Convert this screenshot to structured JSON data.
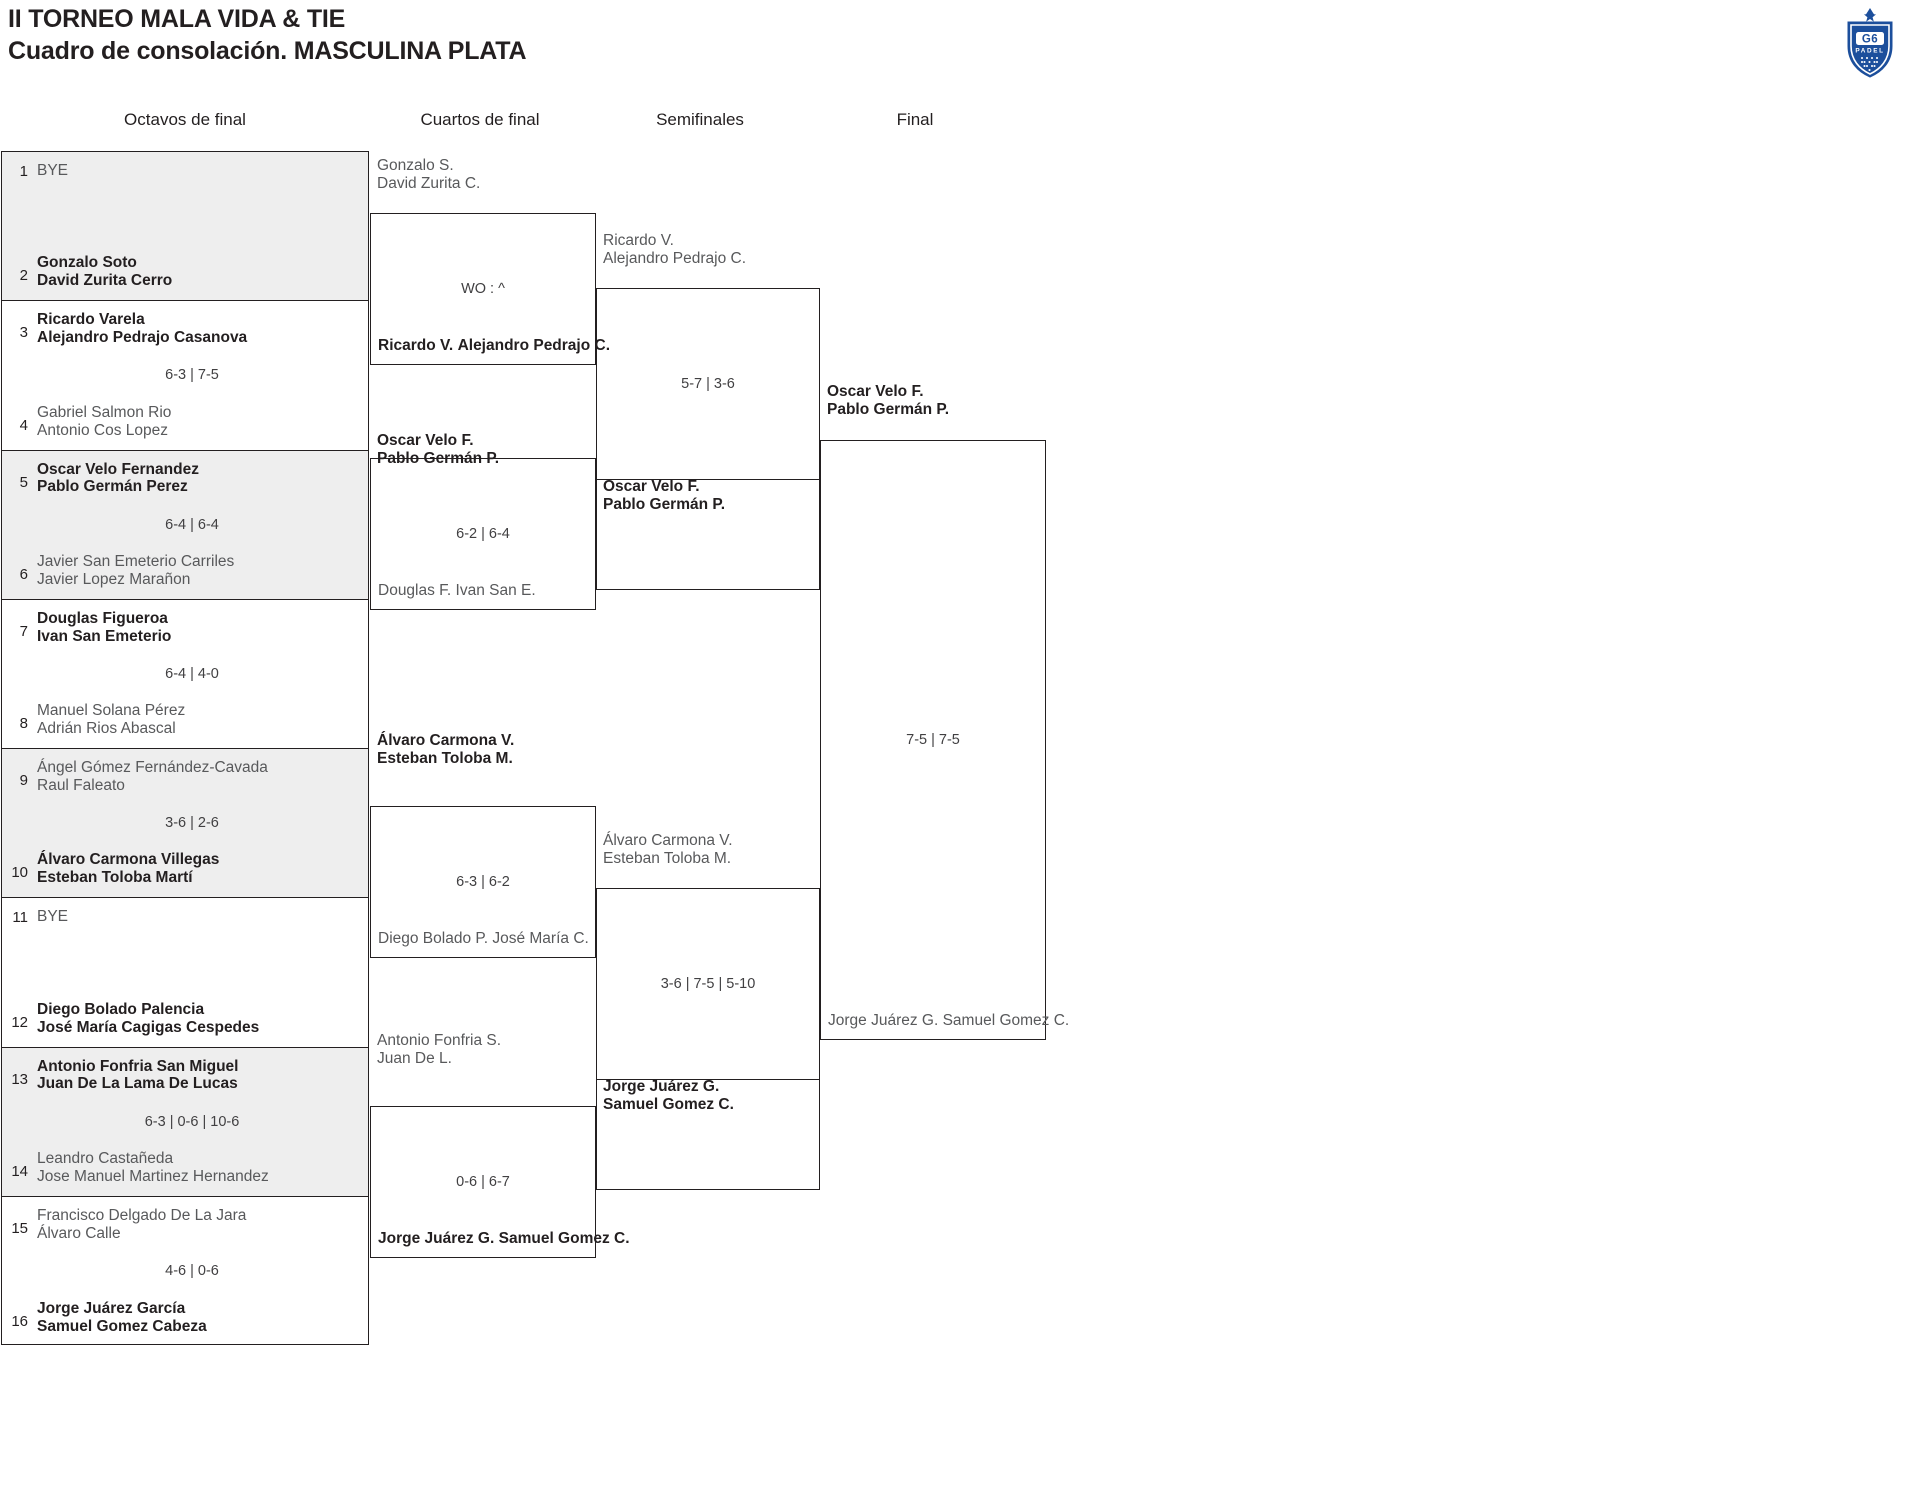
{
  "header": {
    "title_line1": "II TORNEO MALA VIDA & TIE",
    "title_line2": "Cuadro de consolación. MASCULINA PLATA",
    "logo_main": "G6",
    "logo_sub": "PADEL",
    "logo_color": "#1c4f9c"
  },
  "rounds": [
    {
      "label": "Octavos de final"
    },
    {
      "label": "Cuartos de final"
    },
    {
      "label": "Semifinales"
    },
    {
      "label": "Final"
    }
  ],
  "round1": {
    "pairs": [
      {
        "shaded": true,
        "top": {
          "seed": "1",
          "bye": true,
          "bye_label": "BYE",
          "winner": false,
          "players": []
        },
        "bottom": {
          "seed": "2",
          "bye": false,
          "winner": true,
          "players": [
            "Gonzalo Soto",
            "David Zurita Cerro"
          ]
        },
        "score": ""
      },
      {
        "shaded": false,
        "top": {
          "seed": "3",
          "bye": false,
          "winner": true,
          "players": [
            "Ricardo Varela",
            "Alejandro Pedrajo Casanova"
          ]
        },
        "bottom": {
          "seed": "4",
          "bye": false,
          "winner": false,
          "players": [
            "Gabriel Salmon Rio",
            "Antonio Cos Lopez"
          ]
        },
        "score": "6-3 | 7-5"
      },
      {
        "shaded": true,
        "top": {
          "seed": "5",
          "bye": false,
          "winner": true,
          "players": [
            "Oscar Velo Fernandez",
            "Pablo Germán Perez"
          ]
        },
        "bottom": {
          "seed": "6",
          "bye": false,
          "winner": false,
          "players": [
            "Javier San Emeterio Carriles",
            "Javier Lopez Marañon"
          ]
        },
        "score": "6-4 | 6-4"
      },
      {
        "shaded": false,
        "top": {
          "seed": "7",
          "bye": false,
          "winner": true,
          "players": [
            "Douglas Figueroa",
            "Ivan San Emeterio"
          ]
        },
        "bottom": {
          "seed": "8",
          "bye": false,
          "winner": false,
          "players": [
            "Manuel Solana Pérez",
            "Adrián Rios Abascal"
          ]
        },
        "score": "6-4 | 4-0"
      },
      {
        "shaded": true,
        "top": {
          "seed": "9",
          "bye": false,
          "winner": false,
          "players": [
            "Ángel Gómez Fernández-Cavada",
            "Raul Faleato"
          ]
        },
        "bottom": {
          "seed": "10",
          "bye": false,
          "winner": true,
          "players": [
            "Álvaro Carmona Villegas",
            "Esteban Toloba Martí"
          ]
        },
        "score": "3-6 | 2-6"
      },
      {
        "shaded": false,
        "top": {
          "seed": "11",
          "bye": true,
          "bye_label": "BYE",
          "winner": false,
          "players": []
        },
        "bottom": {
          "seed": "12",
          "bye": false,
          "winner": true,
          "players": [
            "Diego Bolado Palencia",
            "José María Cagigas Cespedes"
          ]
        },
        "score": ""
      },
      {
        "shaded": true,
        "top": {
          "seed": "13",
          "bye": false,
          "winner": true,
          "players": [
            "Antonio Fonfria San Miguel",
            "Juan De La Lama De Lucas"
          ]
        },
        "bottom": {
          "seed": "14",
          "bye": false,
          "winner": false,
          "players": [
            "Leandro Castañeda",
            "Jose Manuel Martinez Hernandez"
          ]
        },
        "score": "6-3 | 0-6 | 10-6"
      },
      {
        "shaded": false,
        "top": {
          "seed": "15",
          "bye": false,
          "winner": false,
          "players": [
            "Francisco Delgado De La Jara",
            "Álvaro Calle"
          ]
        },
        "bottom": {
          "seed": "16",
          "bye": false,
          "winner": true,
          "players": [
            "Jorge Juárez García",
            "Samuel Gomez Cabeza"
          ]
        },
        "score": "4-6 | 0-6"
      }
    ]
  },
  "round2": {
    "matches": [
      {
        "top": {
          "winner": false,
          "players": [
            "Gonzalo S.",
            "David Zurita C."
          ]
        },
        "bottom": {
          "winner": true,
          "players": [
            "Ricardo V.",
            "Alejandro Pedrajo C."
          ]
        },
        "score": "WO : ^"
      },
      {
        "top": {
          "winner": true,
          "players": [
            "Oscar Velo F.",
            "Pablo Germán P."
          ]
        },
        "bottom": {
          "winner": false,
          "players": [
            "Douglas F.",
            "Ivan San E."
          ]
        },
        "score": "6-2 | 6-4"
      },
      {
        "top": {
          "winner": true,
          "players": [
            "Álvaro Carmona V.",
            "Esteban Toloba M."
          ]
        },
        "bottom": {
          "winner": false,
          "players": [
            "Diego Bolado P.",
            "José María C."
          ]
        },
        "score": "6-3 | 6-2"
      },
      {
        "top": {
          "winner": false,
          "players": [
            "Antonio Fonfria S.",
            "Juan De L."
          ]
        },
        "bottom": {
          "winner": true,
          "players": [
            "Jorge Juárez G.",
            "Samuel Gomez C."
          ]
        },
        "score": "0-6 | 6-7"
      }
    ]
  },
  "round3": {
    "matches": [
      {
        "top": {
          "winner": false,
          "players": [
            "Ricardo V.",
            "Alejandro Pedrajo C."
          ]
        },
        "bottom": {
          "winner": true,
          "players": [
            "Oscar Velo F.",
            "Pablo Germán P."
          ]
        },
        "score": "5-7 | 3-6"
      },
      {
        "top": {
          "winner": false,
          "players": [
            "Álvaro Carmona V.",
            "Esteban Toloba M."
          ]
        },
        "bottom": {
          "winner": true,
          "players": [
            "Jorge Juárez G.",
            "Samuel Gomez C."
          ]
        },
        "score": "3-6 | 7-5 | 5-10"
      }
    ]
  },
  "round4": {
    "matches": [
      {
        "top": {
          "winner": true,
          "players": [
            "Oscar Velo F.",
            "Pablo Germán P."
          ]
        },
        "bottom": {
          "winner": false,
          "players": [
            "Jorge Juárez G.",
            "Samuel Gomez C."
          ]
        },
        "score": "7-5 | 7-5"
      }
    ]
  }
}
